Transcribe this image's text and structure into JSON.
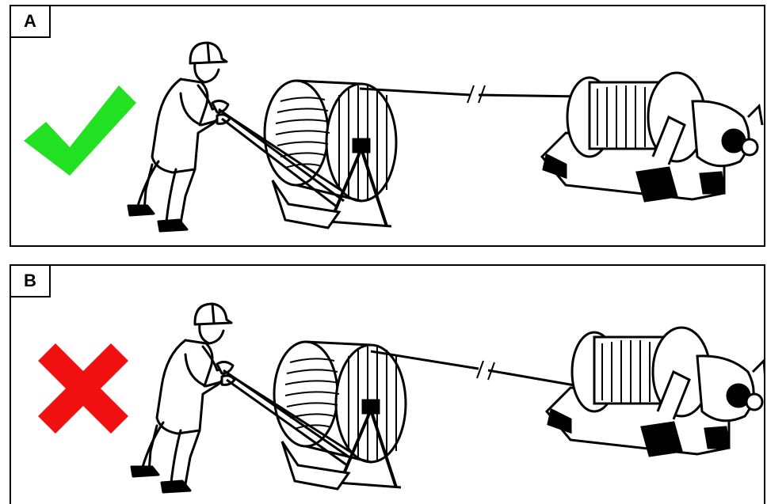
{
  "panels": [
    {
      "label": "A",
      "verdict": "correct",
      "verdict_icon": "check-mark-icon",
      "verdict_color": "#22e022"
    },
    {
      "label": "B",
      "verdict": "incorrect",
      "verdict_icon": "x-mark-icon",
      "verdict_color": "#f01010"
    }
  ]
}
